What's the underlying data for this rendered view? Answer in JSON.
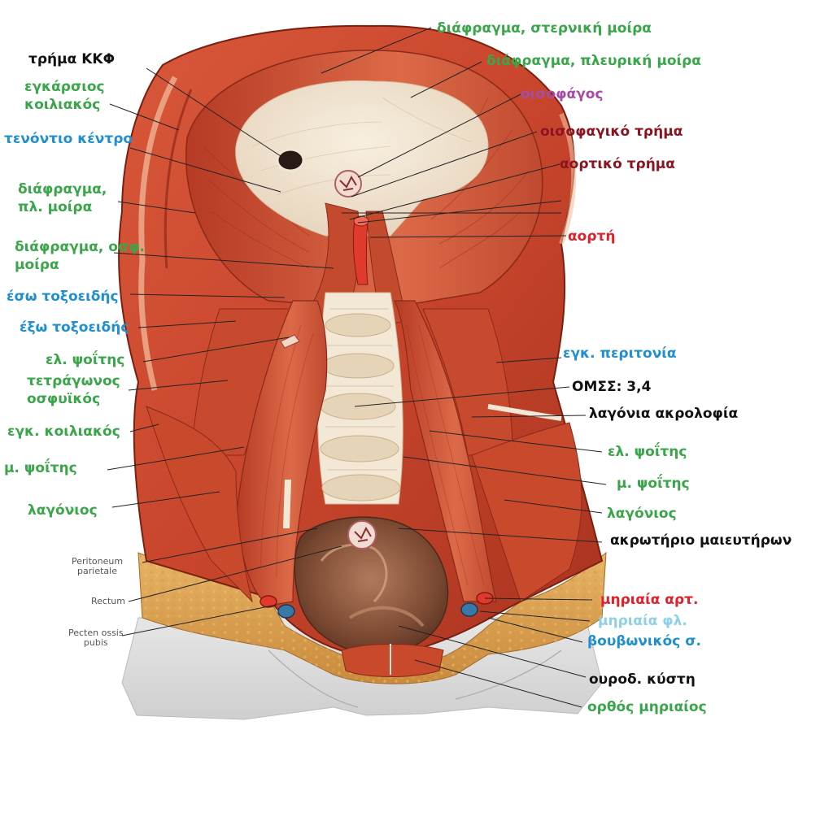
{
  "colors": {
    "green": "#3aa64a",
    "blue": "#1f8fce",
    "black": "#111111",
    "purple": "#a64ca6",
    "darkred": "#8b1420",
    "red": "#e0202a",
    "lightblue": "#8fd0e8",
    "gray": "#555555"
  },
  "labels": {
    "left": [
      {
        "id": "kkf_hole",
        "lines": [
          "τρήμα ΚΚΦ"
        ],
        "color": "black"
      },
      {
        "id": "transverse_abdominal",
        "lines": [
          "εγκάρσιος",
          "κοιλιακός"
        ],
        "color": "green"
      },
      {
        "id": "central_tendon",
        "lines": [
          "τενόντιο κέντρο"
        ],
        "color": "blue"
      },
      {
        "id": "diaphragm_costal_left",
        "lines": [
          "διάφραγμα,",
          "πλ. μοίρα"
        ],
        "color": "green"
      },
      {
        "id": "diaphragm_lumbar",
        "lines": [
          "διάφραγμα, οσφ.",
          "μοίρα"
        ],
        "color": "green"
      },
      {
        "id": "medial_arcuate",
        "lines": [
          "έσω τοξοειδής"
        ],
        "color": "blue"
      },
      {
        "id": "lateral_arcuate",
        "lines": [
          "έξω τοξοειδής"
        ],
        "color": "blue"
      },
      {
        "id": "psoas_minor_left",
        "lines": [
          "ελ. ψοΐτης"
        ],
        "color": "green"
      },
      {
        "id": "quadratus_lumborum",
        "lines": [
          "τετράγωνος",
          "οσφυϊκός"
        ],
        "color": "green"
      },
      {
        "id": "transverse_abdominal_2",
        "lines": [
          "εγκ. κοιλιακός"
        ],
        "color": "green"
      },
      {
        "id": "psoas_major_left",
        "lines": [
          "μ. ψοΐτης"
        ],
        "color": "green"
      },
      {
        "id": "iliacus_left",
        "lines": [
          "λαγόνιος"
        ],
        "color": "green"
      }
    ],
    "left_small": [
      {
        "id": "peritoneum_parietale",
        "lines": [
          "Peritoneum",
          "parietale"
        ]
      },
      {
        "id": "rectum",
        "lines": [
          "Rectum"
        ]
      },
      {
        "id": "pecten_ossis_pubis",
        "lines": [
          "Pecten ossis",
          "pubis"
        ]
      }
    ],
    "right": [
      {
        "id": "diaphragm_sternal",
        "lines": [
          "διάφραγμα, στερνική μοίρα"
        ],
        "color": "green"
      },
      {
        "id": "diaphragm_costal_right",
        "lines": [
          "διάφραγμα, πλευρική μοίρα"
        ],
        "color": "green"
      },
      {
        "id": "esophagus",
        "lines": [
          "οισοφάγος"
        ],
        "color": "purple"
      },
      {
        "id": "esophageal_hiatus",
        "lines": [
          "οισοφαγικό τρήμα"
        ],
        "color": "darkred"
      },
      {
        "id": "aortic_hiatus",
        "lines": [
          "αορτικό τρήμα"
        ],
        "color": "darkred"
      },
      {
        "id": "aorta",
        "lines": [
          "αορτή"
        ],
        "color": "red"
      },
      {
        "id": "transversalis_fascia",
        "lines": [
          "εγκ. περιτονία"
        ],
        "color": "blue"
      },
      {
        "id": "vertebrae",
        "lines": [
          "ΟΜΣΣ: 3,4"
        ],
        "color": "black"
      },
      {
        "id": "iliac_crest",
        "lines": [
          "λαγόνια ακρολοφία"
        ],
        "color": "black"
      },
      {
        "id": "psoas_minor_right",
        "lines": [
          "ελ. ψοΐτης"
        ],
        "color": "green"
      },
      {
        "id": "psoas_major_right",
        "lines": [
          "μ. ψοΐτης"
        ],
        "color": "green"
      },
      {
        "id": "iliacus_right",
        "lines": [
          "λαγόνιος"
        ],
        "color": "green"
      },
      {
        "id": "promontory",
        "lines": [
          "ακρωτήριο μαιευτήρων"
        ],
        "color": "black"
      },
      {
        "id": "femoral_artery",
        "lines": [
          "μηριαία αρτ."
        ],
        "color": "red"
      },
      {
        "id": "femoral_vein",
        "lines": [
          "μηριαία φλ."
        ],
        "color": "lightblue"
      },
      {
        "id": "inguinal_ligament",
        "lines": [
          "βουβωνικός σ."
        ],
        "color": "blue"
      },
      {
        "id": "bladder",
        "lines": [
          "ουροδ. κύστη"
        ],
        "color": "black"
      },
      {
        "id": "rectus_femoris",
        "lines": [
          "ορθός μηριαίος"
        ],
        "color": "green"
      }
    ]
  }
}
